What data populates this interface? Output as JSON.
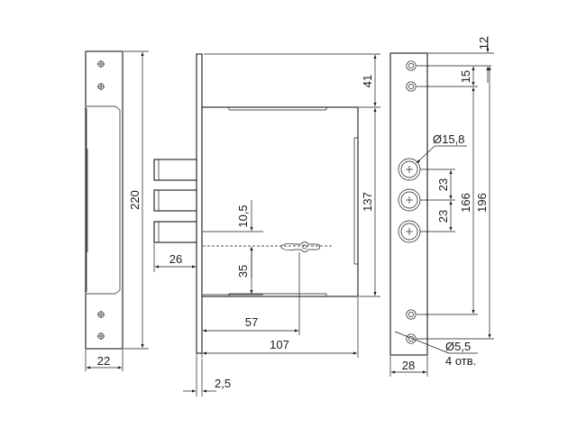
{
  "dimensions": {
    "strike_height": "220",
    "strike_width": "22",
    "top_offset": "41",
    "case_height": "137",
    "bolt_gap": "10,5",
    "key_to_bottom": "35",
    "bolt_projection": "26",
    "backset": "57",
    "case_depth": "107",
    "plate_thickness": "2,5",
    "hole_top": "12",
    "hole_pitch_top": "15",
    "bolt_diameter": "Ø15,8",
    "bolt_pitch_1": "23",
    "bolt_pitch_2": "23",
    "bolt_span": "166",
    "hole_span": "196",
    "hole_diameter": "Ø5,5",
    "hole_count": "4 отв.",
    "faceplate_width": "28"
  }
}
